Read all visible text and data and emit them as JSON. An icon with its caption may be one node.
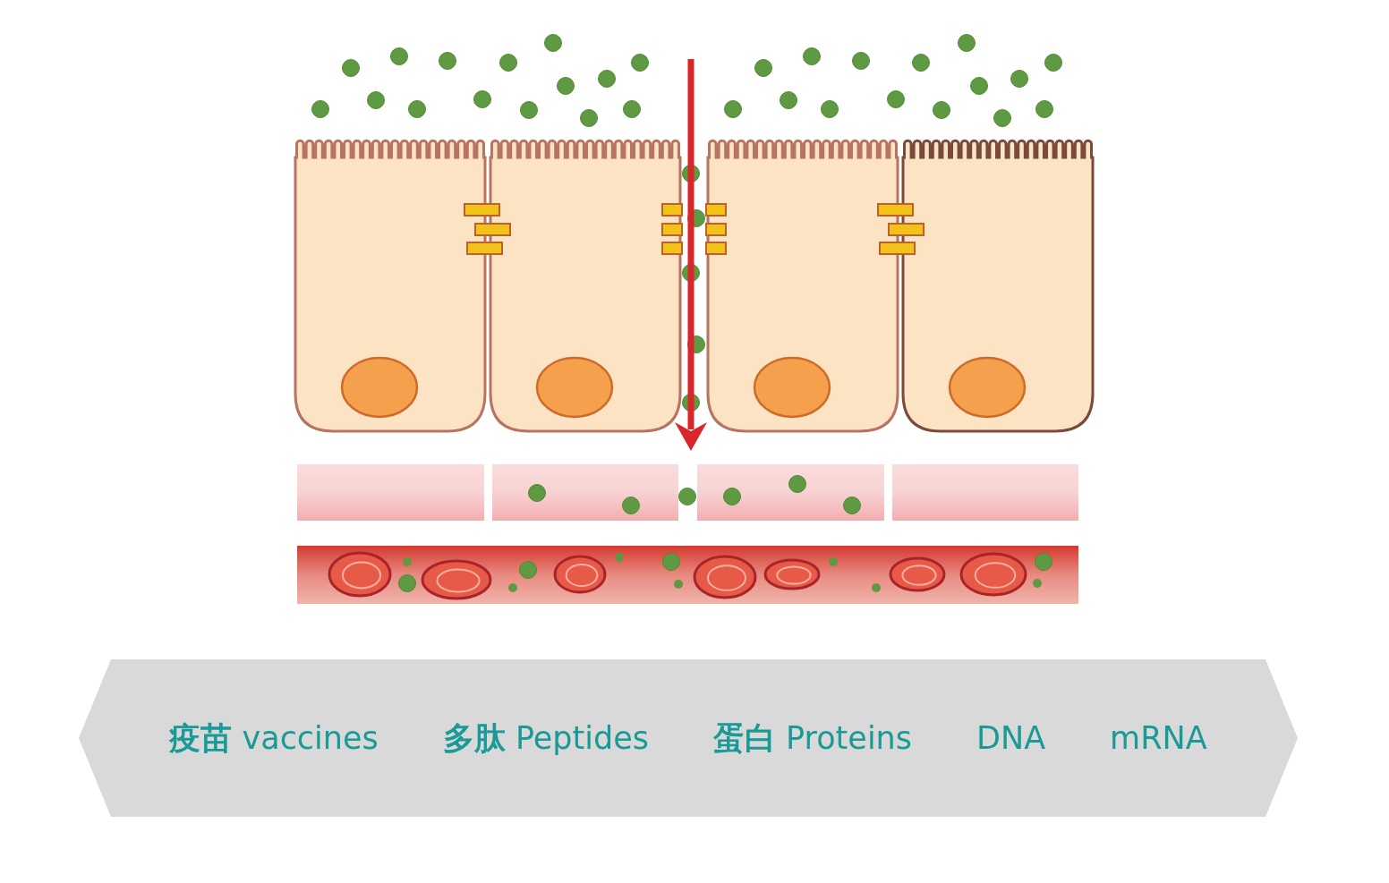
{
  "diagram": {
    "nodes": [
      {
        "text": [
          "**疫苗** vaccines",
          "**多肽** Peptides",
          "**蛋白** Proteins",
          "DNA",
          "mRNA"
        ]
      }
    ]
  }
}
